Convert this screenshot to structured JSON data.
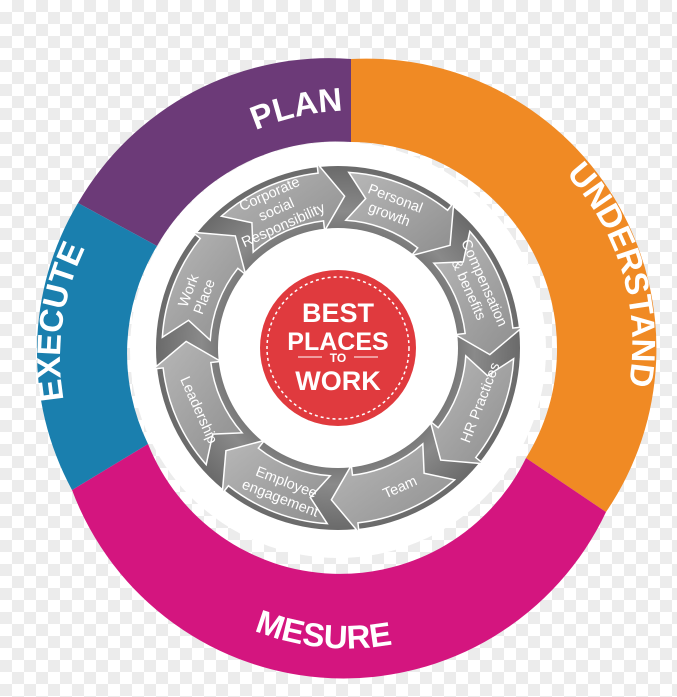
{
  "colors": {
    "plan": "#6c3a78",
    "understand": "#f08a24",
    "mesure": "#d4157f",
    "execute": "#1a7fae",
    "badge": "#e03a3e",
    "arrow": "#9d9d9d"
  },
  "ring": {
    "plan": "PLAN",
    "understand": "UNDERSTAND",
    "mesure": "MESURE",
    "execute": "EXECUTE"
  },
  "arrows": [
    {
      "name": "corporate",
      "lines": [
        "Corporate",
        "social",
        "Responsibility"
      ]
    },
    {
      "name": "personal",
      "lines": [
        "Personal",
        "growth"
      ]
    },
    {
      "name": "compensation",
      "lines": [
        "Compensation",
        "& benefits"
      ]
    },
    {
      "name": "hr",
      "lines": [
        "HR Practices"
      ]
    },
    {
      "name": "team",
      "lines": [
        "Team"
      ]
    },
    {
      "name": "employee",
      "lines": [
        "Employee",
        "engagement"
      ]
    },
    {
      "name": "leadership",
      "lines": [
        "Leadership"
      ]
    },
    {
      "name": "workplace",
      "lines": [
        "Work",
        "Place"
      ]
    }
  ],
  "badge": {
    "line1": "BEST",
    "line2": "PLACES",
    "line3": "TO",
    "line4": "WORK"
  }
}
